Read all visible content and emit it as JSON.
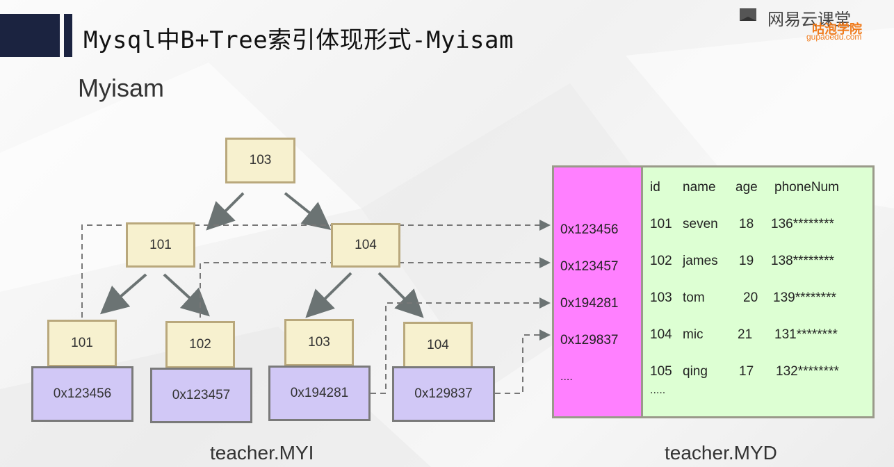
{
  "header": {
    "title": "Mysql中B+Tree索引体现形式-Myisam",
    "logo_text": "网易云课堂",
    "brand": "咕泡学院",
    "brand_url": "gupaoedu.com"
  },
  "subtitle": "Myisam",
  "tree": {
    "root": "103",
    "level1": [
      "101",
      "104"
    ],
    "leaves": [
      {
        "key": "101",
        "pointer": "0x123456"
      },
      {
        "key": "102",
        "pointer": "0x123457"
      },
      {
        "key": "103",
        "pointer": "0x194281"
      },
      {
        "key": "104",
        "pointer": "0x129837"
      }
    ],
    "file_label": "teacher.MYI"
  },
  "data_file": {
    "file_label": "teacher.MYD",
    "addresses": [
      "0x123456",
      "0x123457",
      "0x194281",
      "0x129837",
      "...."
    ],
    "columns": [
      "id",
      "name",
      "age",
      "phoneNum"
    ],
    "rows": [
      [
        "101",
        "seven",
        "18",
        "136********"
      ],
      [
        "102",
        "james",
        "19",
        "138********"
      ],
      [
        "103",
        "tom",
        "20",
        "139********"
      ],
      [
        "104",
        "mic",
        "21",
        "131********"
      ],
      [
        "105",
        "qing",
        "17",
        "132********"
      ]
    ],
    "more": "....."
  },
  "colors": {
    "node_fill": "#f7f1cf",
    "pointer_fill": "#d1c8f6",
    "address_column": "#ff80ff",
    "data_area": "#ddffd3",
    "header_block": "#1b2340",
    "arrow": "#6b7373"
  }
}
